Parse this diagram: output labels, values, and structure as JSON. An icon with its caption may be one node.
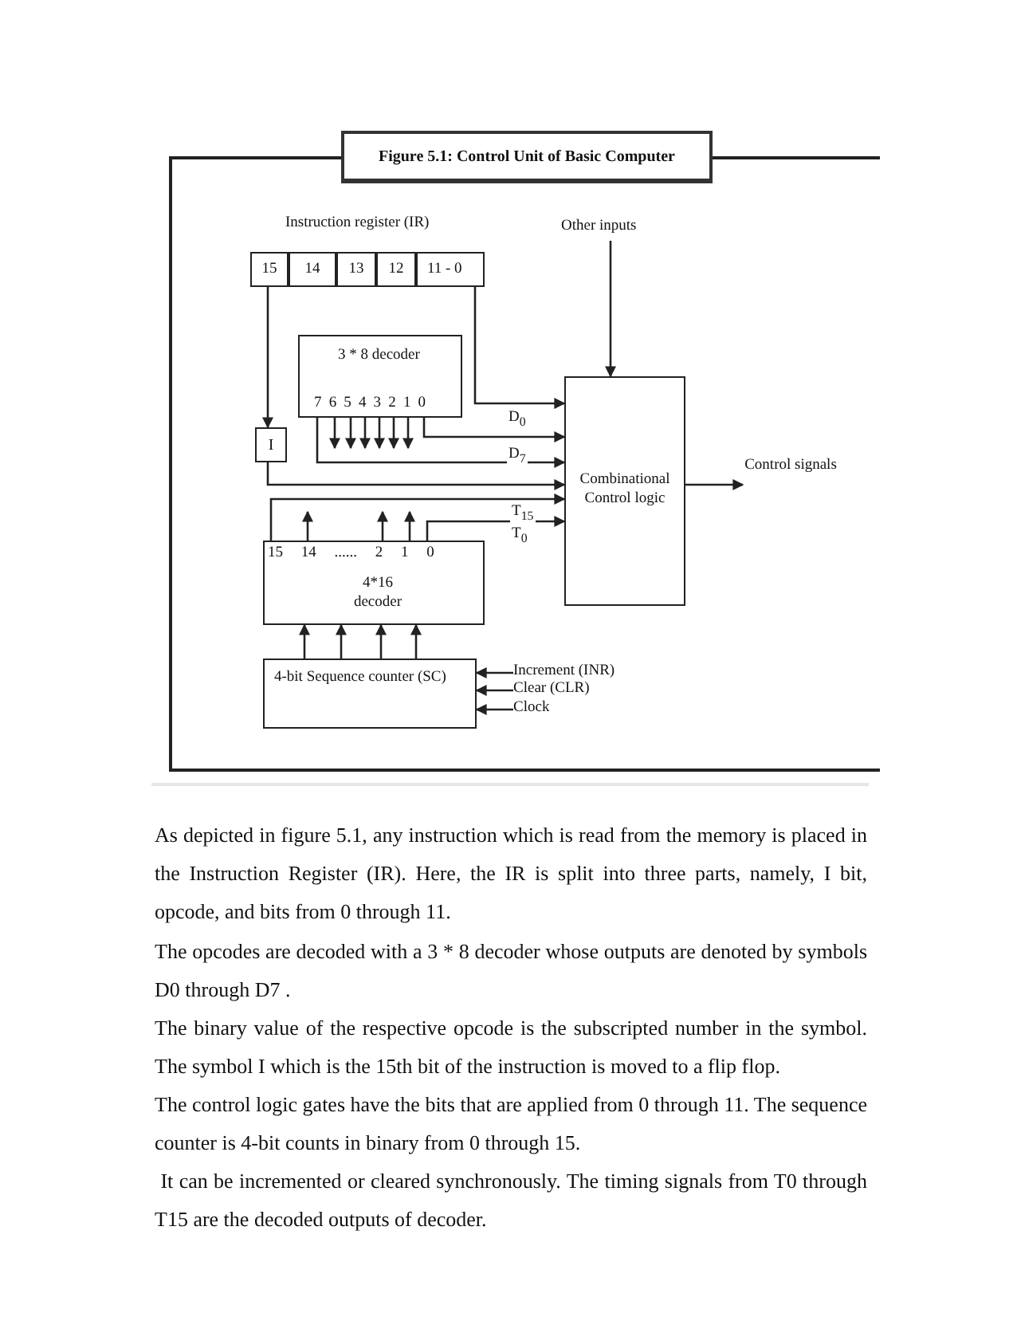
{
  "diagram": {
    "title": "Figure 5.1: Control Unit of Basic Computer",
    "nodes": [
      {
        "text": [
          "Instruction register (IR)"
        ]
      },
      {
        "text": [
          "15"
        ],
        "in": 0
      },
      {
        "text": [
          "14"
        ],
        "in": 0
      },
      {
        "text": [
          "13"
        ],
        "in": 0
      },
      {
        "text": [
          "12"
        ],
        "in": 0
      },
      {
        "text": [
          "11 - 0"
        ],
        "in": 0
      },
      {
        "text": [
          "Other inputs"
        ]
      },
      {
        "text": [
          "3 * 8 decoder",
          "7 6 5 4 3 2 1 0"
        ]
      },
      {
        "text": [
          "I"
        ]
      },
      {
        "text": [
          "Combinational Control logic"
        ]
      },
      {
        "text": [
          "Control signals"
        ]
      },
      {
        "text": [
          "15 14 ...... 2 1 0",
          "4*16 decoder"
        ]
      },
      {
        "text": [
          "4-bit Sequence counter (SC)"
        ]
      },
      {
        "text": [
          "Increment (INR)"
        ]
      },
      {
        "text": [
          "Clear (CLR)"
        ]
      },
      {
        "text": [
          "Clock"
        ]
      }
    ],
    "edges": [
      {
        "from": 1,
        "to": 8,
        "arrow": "to"
      },
      {
        "from": 5,
        "to": 9,
        "arrow": "to"
      },
      {
        "from": 6,
        "to": 9,
        "arrow": "to"
      },
      {
        "from": 7,
        "to": 9,
        "arrow": "to",
        "label": "D$_{0}$"
      },
      {
        "from": 7,
        "to": 9,
        "arrow": "to",
        "label": "D$_{7}$"
      },
      {
        "from": 8,
        "to": 9,
        "arrow": "to"
      },
      {
        "from": 7,
        "to": null,
        "arrow": "to"
      },
      {
        "from": 7,
        "to": null,
        "arrow": "to"
      },
      {
        "from": 7,
        "to": null,
        "arrow": "to"
      },
      {
        "from": 7,
        "to": null,
        "arrow": "to"
      },
      {
        "from": 7,
        "to": null,
        "arrow": "to"
      },
      {
        "from": 7,
        "to": null,
        "arrow": "to"
      },
      {
        "from": 11,
        "to": 9,
        "arrow": "to",
        "label": "T$_{15}$"
      },
      {
        "from": 11,
        "to": 9,
        "arrow": "to",
        "label": "T$_{0}$"
      },
      {
        "from": 11,
        "to": null,
        "arrow": "to"
      },
      {
        "from": 11,
        "to": null,
        "arrow": "to"
      },
      {
        "from": 11,
        "to": null,
        "arrow": "to"
      },
      {
        "from": 9,
        "to": 10,
        "arrow": "to"
      },
      {
        "from": 12,
        "to": 11,
        "arrow": "to"
      },
      {
        "from": 12,
        "to": 11,
        "arrow": "to"
      },
      {
        "from": 12,
        "to": 11,
        "arrow": "to"
      },
      {
        "from": 12,
        "to": 11,
        "arrow": "to"
      },
      {
        "from": 13,
        "to": 12,
        "arrow": "to"
      },
      {
        "from": 14,
        "to": 12,
        "arrow": "to"
      },
      {
        "from": 15,
        "to": 12,
        "arrow": "to"
      }
    ],
    "labels": [
      "As depicted in figure 5.1, any instruction which is read from the memory is placed in the Instruction Register (IR). Here, the IR is split into three parts, namely, I bit, opcode, and bits from 0 through 11.",
      "The opcodes are decoded with a 3 * 8 decoder whose outputs are denoted by symbols D0 through D7 .",
      "The binary value of the respective opcode is the subscripted number in the symbol. The symbol I which is the 15th bit of the instruction is moved to a flip flop.",
      "The control logic gates have the bits that are applied from 0 through 11. The sequence counter is 4-bit counts in binary from 0 through 15.",
      " It can be incremented or cleared synchronously. The timing signals from T0 through T15 are the decoded outputs of decoder."
    ]
  }
}
